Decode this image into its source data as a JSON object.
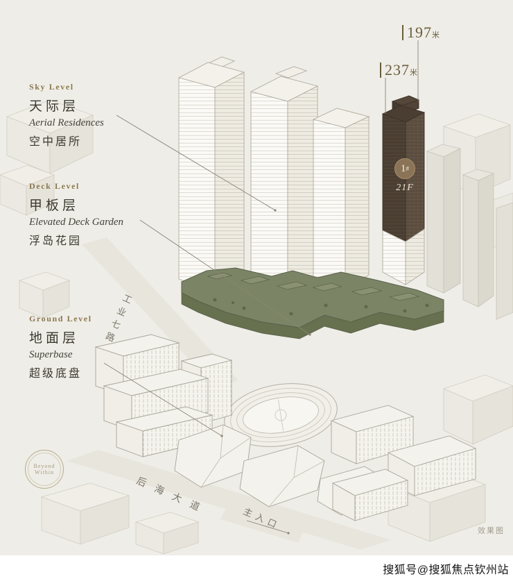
{
  "colors": {
    "background": "#efede7",
    "accent_bronze": "#8a7950",
    "ink": "#3b382f",
    "deck_green": "#7b8465",
    "tower_dark": "#5a4c3e",
    "height_label": "#6a5d3c"
  },
  "levels": [
    {
      "eyebrow": "Sky Level",
      "title": "天际层",
      "subtitle_en": "Aerial Residences",
      "subtitle_zh": "空中居所"
    },
    {
      "eyebrow": "Deck Level",
      "title": "甲板层",
      "subtitle_en": "Elevated Deck Garden",
      "subtitle_zh": "浮岛花园"
    },
    {
      "eyebrow": "Ground Level",
      "title": "地面层",
      "subtitle_en": "Superbase",
      "subtitle_zh": "超级底盘"
    }
  ],
  "heights": [
    {
      "value": "197",
      "unit": "米"
    },
    {
      "value": "237",
      "unit": "米"
    }
  ],
  "tower": {
    "badge_number": "1",
    "badge_suffix": "#",
    "floors": "21F"
  },
  "roads": [
    {
      "name": "工业七路"
    },
    {
      "name": "后海大道"
    },
    {
      "name": "主入口"
    }
  ],
  "seal": {
    "line1": "Beyond",
    "line2": "Within"
  },
  "render_note": "效果图",
  "watermark": "搜狐号@搜狐焦点钦州站"
}
